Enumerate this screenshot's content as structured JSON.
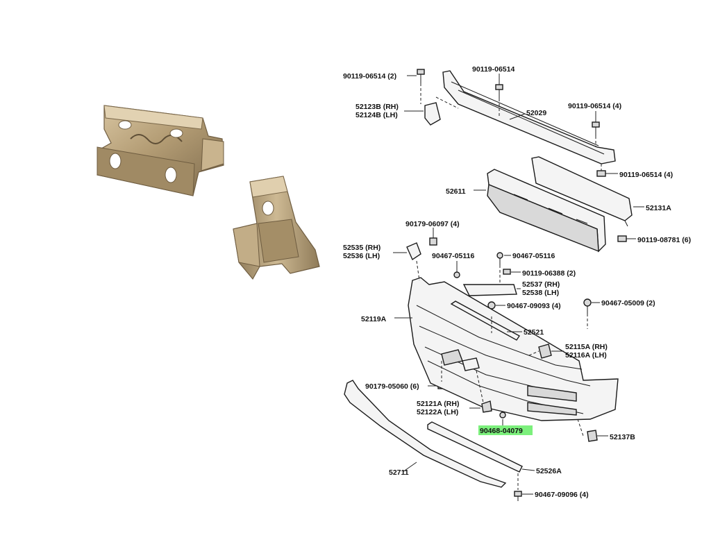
{
  "highlight_color": "#7cf07c",
  "clip_color": "#b8a27e",
  "labels": [
    {
      "id": "l01",
      "text": "90119-06514 (2)"
    },
    {
      "id": "l02",
      "text": "90119-06514"
    },
    {
      "id": "l03",
      "text": "52123B (RH)"
    },
    {
      "id": "l04",
      "text": "52124B (LH)"
    },
    {
      "id": "l05",
      "text": "52029"
    },
    {
      "id": "l06",
      "text": "90119-06514 (4)"
    },
    {
      "id": "l07",
      "text": "90119-06514 (4)"
    },
    {
      "id": "l08",
      "text": "52611"
    },
    {
      "id": "l09",
      "text": "52131A"
    },
    {
      "id": "l10",
      "text": "90179-06097 (4)"
    },
    {
      "id": "l11",
      "text": "90119-08781 (6)"
    },
    {
      "id": "l12",
      "text": "52535 (RH)"
    },
    {
      "id": "l13",
      "text": "52536 (LH)"
    },
    {
      "id": "l14",
      "text": "90467-05116"
    },
    {
      "id": "l15",
      "text": "90467-05116"
    },
    {
      "id": "l16",
      "text": "90119-06388 (2)"
    },
    {
      "id": "l17",
      "text": "52537 (RH)"
    },
    {
      "id": "l18",
      "text": "52538 (LH)"
    },
    {
      "id": "l19",
      "text": "90467-09093 (4)"
    },
    {
      "id": "l20",
      "text": "90467-05009 (2)"
    },
    {
      "id": "l21",
      "text": "52119A"
    },
    {
      "id": "l22",
      "text": "52521"
    },
    {
      "id": "l23",
      "text": "52115A (RH)"
    },
    {
      "id": "l24",
      "text": "52116A (LH)"
    },
    {
      "id": "l25",
      "text": "90179-05060 (6)"
    },
    {
      "id": "l26",
      "text": "52121A (RH)"
    },
    {
      "id": "l27",
      "text": "52122A (LH)"
    },
    {
      "id": "l28",
      "text": "90468-04079",
      "highlighted": true
    },
    {
      "id": "l29",
      "text": "52137B"
    },
    {
      "id": "l30",
      "text": "52711"
    },
    {
      "id": "l31",
      "text": "52526A"
    },
    {
      "id": "l32",
      "text": "90467-09096 (4)"
    }
  ]
}
